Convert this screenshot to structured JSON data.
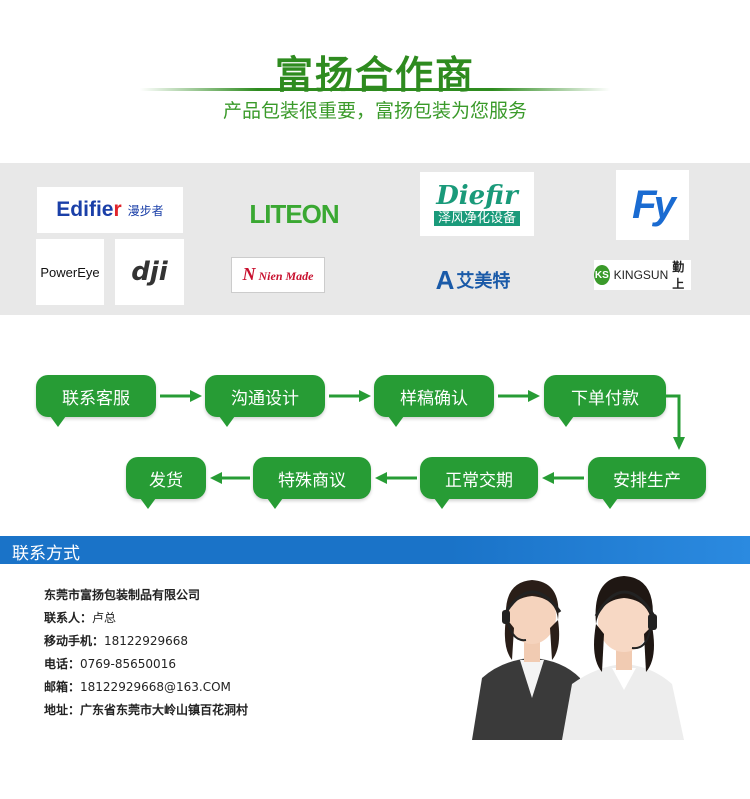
{
  "header": {
    "title": "富扬合作商",
    "subtitle": "产品包装很重要，富扬包装为您服务"
  },
  "partners": {
    "edifier": {
      "en_pre": "Edifie",
      "en_dot": "r",
      "cn": "漫步者"
    },
    "liteon": "LITEON",
    "diefir": {
      "en": "Diefir",
      "cn": "泽风净化设备"
    },
    "fy": "Fy",
    "powereye": "PowerEye",
    "dji": "dji",
    "nienmode": {
      "mark": "N",
      "text": "Nien Made"
    },
    "aimeite": {
      "mark": "A",
      "cn": "艾美特"
    },
    "kingsun": {
      "mark": "KS",
      "en": "KINGSUN",
      "cn": "勤上"
    }
  },
  "process": {
    "steps": [
      "联系客服",
      "沟通设计",
      "样稿确认",
      "下单付款",
      "安排生产",
      "正常交期",
      "特殊商议",
      "发货"
    ]
  },
  "contact": {
    "section_title": "联系方式",
    "company": "东莞市富扬包装制品有限公司",
    "rows": [
      {
        "label": "联系人：",
        "value": "卢总"
      },
      {
        "label": "移动手机：",
        "value": "18122929668"
      },
      {
        "label": "电话：",
        "value": "0769-85650016"
      },
      {
        "label": "邮箱：",
        "value": "18122929668@163.COM"
      },
      {
        "label": "地址：",
        "value": "广东省东莞市大岭山镇百花洞村"
      }
    ]
  },
  "colors": {
    "brand_green": "#279c35",
    "title_green": "#2e8b1f",
    "contact_blue": "#1a73c8"
  }
}
